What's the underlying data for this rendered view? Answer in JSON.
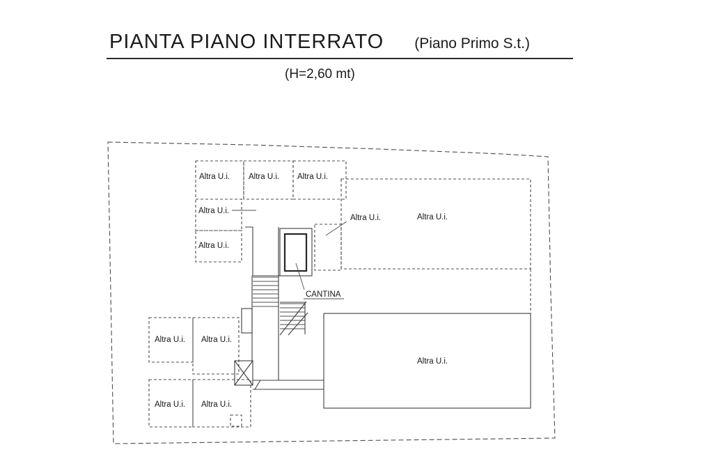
{
  "header": {
    "title": "PIANTA PIANO INTERRATO",
    "subtitle": "(Piano Primo S.t.)",
    "height_note": "(H=2,60 mt)"
  },
  "plan": {
    "labels": {
      "top_row_1": "Altra U.i.",
      "top_row_2": "Altra U.i.",
      "top_row_3": "Altra U.i.",
      "left_col_1": "Altra U.i.",
      "left_col_2": "Altra U.i.",
      "annotation_center": "Altra U.i.",
      "room_right_upper": "Altra U.i.",
      "mid_left_1": "Altra U.i.",
      "mid_left_2": "Altra U.i.",
      "room_right_lower": "Altra U.i.",
      "bottom_left_1": "Altra U.i.",
      "bottom_left_2": "Altra U.i.",
      "cantina": "CANTINA"
    }
  }
}
